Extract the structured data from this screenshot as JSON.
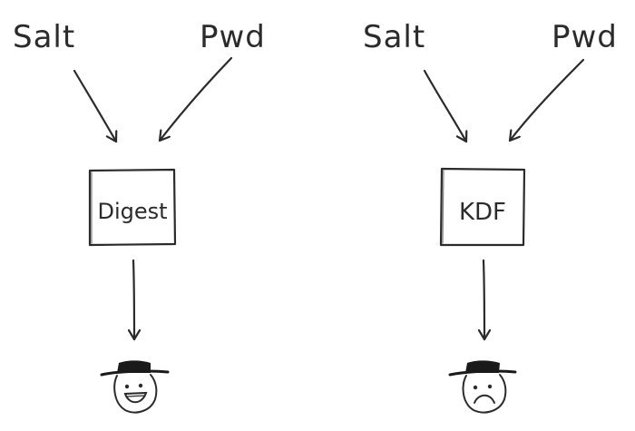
{
  "diagram": {
    "left": {
      "input_a": "Salt",
      "input_b": "Pwd",
      "box_label": "Digest",
      "face": "happy"
    },
    "right": {
      "input_a": "Salt",
      "input_b": "Pwd",
      "box_label": "KDF",
      "face": "sad"
    },
    "ink_color": "#2b2b2b",
    "hat_color": "#1a1a1a"
  }
}
